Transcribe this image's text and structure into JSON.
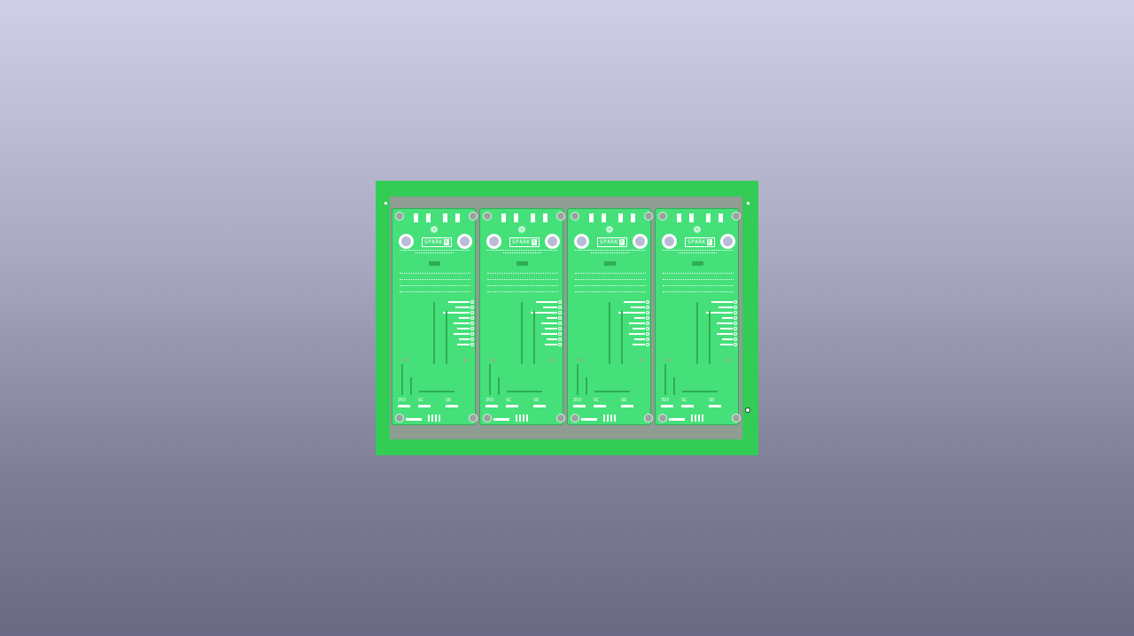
{
  "viewer": {
    "background_top": "#cfd0e6",
    "background_bottom": "#6b6a84"
  },
  "panel": {
    "frame_color": "#33cc55",
    "board_color": "#45e07a",
    "boards": [
      {
        "brand": "SPARK",
        "brand_mark": "X",
        "logo": "sparkfun-flame-icon",
        "labels": [
          "3V3",
          "SC",
          "SD"
        ]
      },
      {
        "brand": "SPARK",
        "brand_mark": "X",
        "logo": "sparkfun-flame-icon",
        "labels": [
          "3V3",
          "SC",
          "SD"
        ]
      },
      {
        "brand": "SPARK",
        "brand_mark": "X",
        "logo": "sparkfun-flame-icon",
        "labels": [
          "3V3",
          "SC",
          "SD"
        ]
      },
      {
        "brand": "SPARK",
        "brand_mark": "X",
        "logo": "sparkfun-flame-icon",
        "labels": [
          "3V3",
          "SC",
          "SD"
        ]
      }
    ]
  }
}
